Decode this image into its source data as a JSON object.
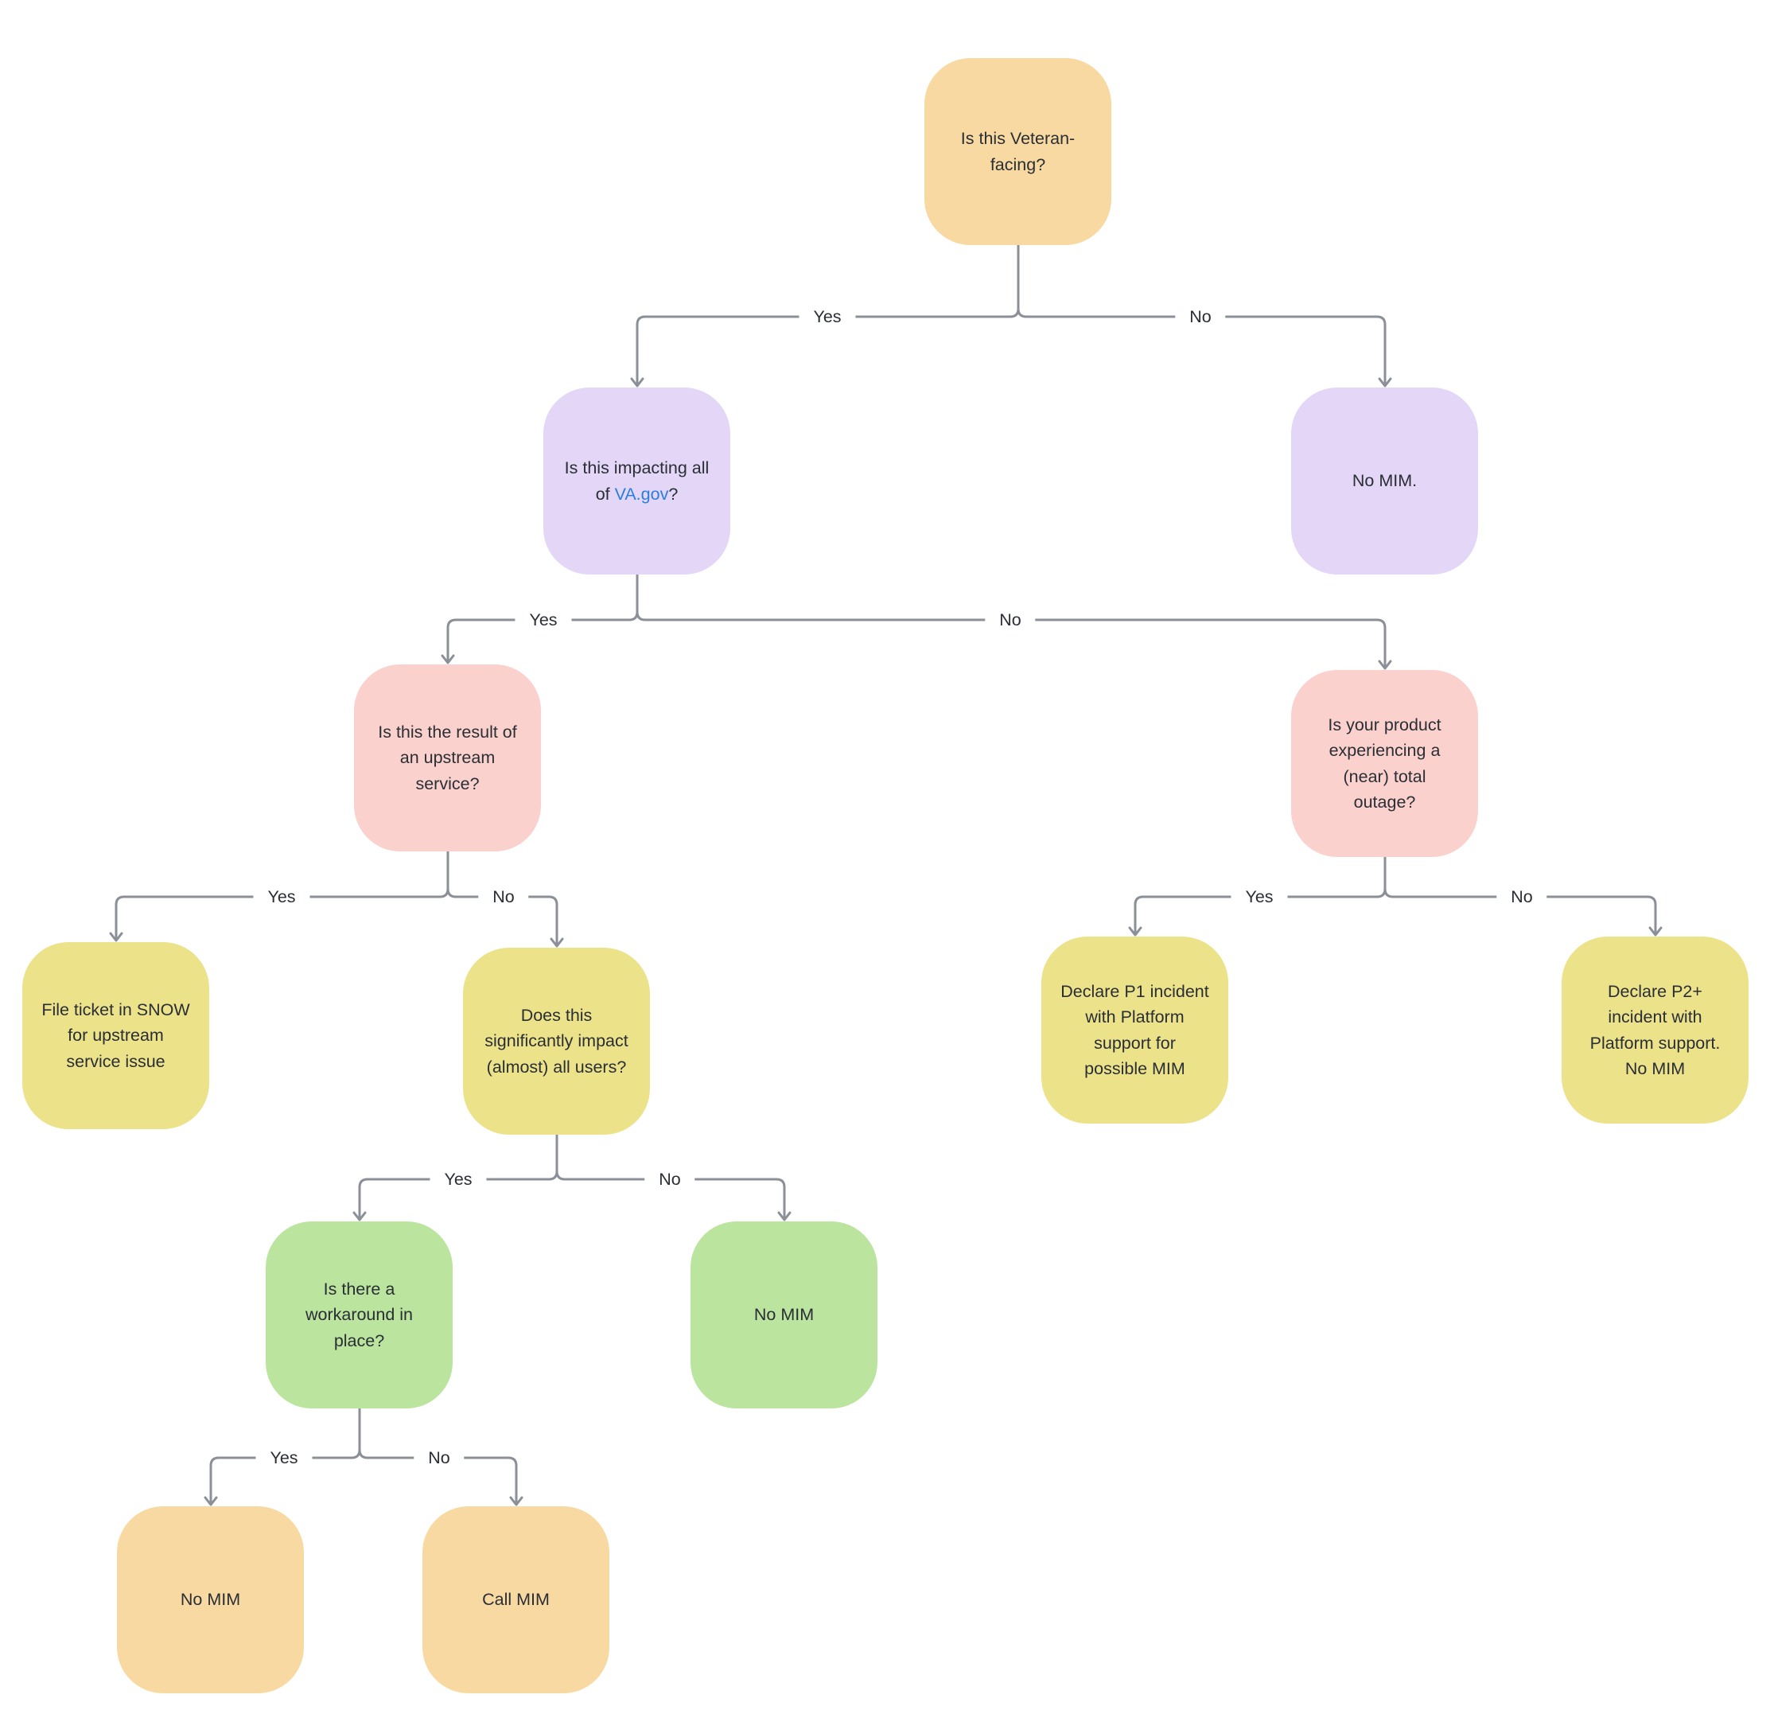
{
  "nodes": {
    "veteran_facing": {
      "label": "Is this Veteran-facing?",
      "color": "#F8D9A2"
    },
    "impacting_all_va_gov": {
      "text_before": "Is this impacting all of ",
      "link_text": "VA.gov",
      "text_after": "?",
      "color": "#E3D6F6"
    },
    "no_mim_not_veteran": {
      "label": "No MIM.",
      "color": "#E3D6F6"
    },
    "upstream_service": {
      "label": "Is this the result of an upstream service?",
      "color": "#FAD1CD"
    },
    "total_outage": {
      "label": "Is your product experiencing a (near) total outage?",
      "color": "#FAD1CD"
    },
    "file_ticket": {
      "label": "File ticket in SNOW for upstream service issue",
      "color": "#ECE28A"
    },
    "significant_impact": {
      "label": "Does this significantly impact (almost) all users?",
      "color": "#ECE28A"
    },
    "declare_p1": {
      "label": "Declare P1 incident with Platform support for possible MIM",
      "color": "#ECE28A"
    },
    "declare_p2": {
      "label": "Declare P2+ incident with Platform support. No MIM",
      "color": "#ECE28A"
    },
    "workaround": {
      "label": "Is there a workaround in place?",
      "color": "#BBE49E"
    },
    "no_mim_minor_impact": {
      "label": "No MIM",
      "color": "#BBE49E"
    },
    "no_mim_workaround": {
      "label": "No MIM",
      "color": "#F8D9A2"
    },
    "call_mim": {
      "label": "Call MIM",
      "color": "#F8D9A2"
    }
  },
  "edge_labels": {
    "veteran_yes": "Yes",
    "veteran_no": "No",
    "impacting_yes": "Yes",
    "impacting_no": "No",
    "upstream_yes": "Yes",
    "upstream_no": "No",
    "outage_yes": "Yes",
    "outage_no": "No",
    "impact_yes": "Yes",
    "impact_no": "No",
    "workaround_yes": "Yes",
    "workaround_no": "No"
  },
  "colors": {
    "background": "#FFFFFF",
    "line": "#8B8F98",
    "text": "#2A2E35",
    "link": "#2B7DE0"
  }
}
